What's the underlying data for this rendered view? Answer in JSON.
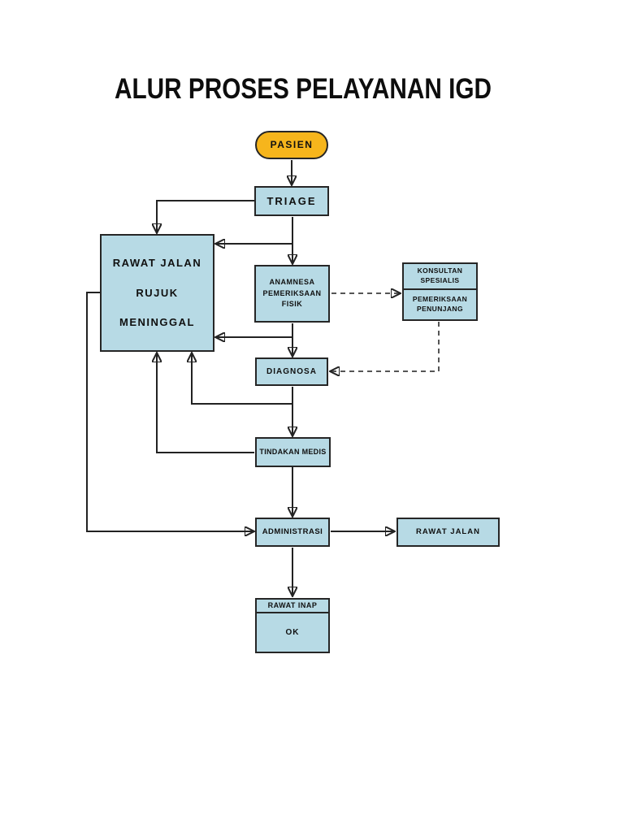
{
  "title": "ALUR PROSES PELAYANAN IGD",
  "colors": {
    "background": "#ffffff",
    "node_fill": "#b7dae5",
    "node_border": "#262626",
    "start_fill": "#f6b51c",
    "line": "#222222",
    "dashed_line": "#555555",
    "text": "#101010"
  },
  "nodes": {
    "pasien": {
      "label": "PASIEN"
    },
    "triage": {
      "label": "TRIAGE"
    },
    "outcome": {
      "lines": [
        "RAWAT JALAN",
        "RUJUK",
        "MENINGGAL"
      ]
    },
    "anamnesa": {
      "lines": [
        "ANAMNESA",
        "PEMERIKSAAN",
        "FISIK"
      ]
    },
    "konsultan": {
      "top": [
        "KONSULTAN",
        "SPESIALIS"
      ],
      "bottom": [
        "PEMERIKSAAN",
        "PENUNJANG"
      ]
    },
    "diagnosa": {
      "label": "DIAGNOSA"
    },
    "tindakan_medis": {
      "label": "TINDAKAN MEDIS"
    },
    "administrasi": {
      "label": "ADMINISTRASI"
    },
    "rawat_jalan": {
      "label": "RAWAT JALAN"
    },
    "rawat_inap": {
      "header": "RAWAT INAP",
      "body": "OK"
    }
  }
}
